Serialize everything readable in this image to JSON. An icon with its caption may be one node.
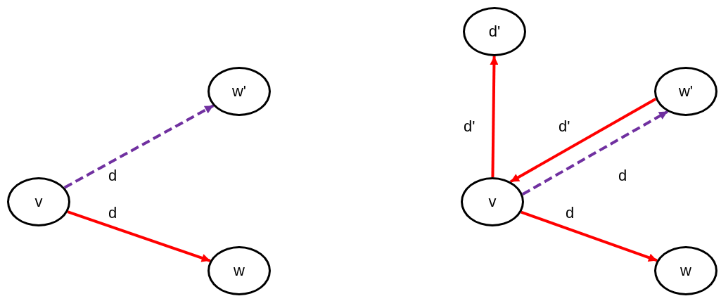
{
  "diagram": {
    "nodes": [
      {
        "text": [
          "w'"
        ]
      },
      {
        "text": [
          "v"
        ]
      },
      {
        "text": [
          "w"
        ]
      },
      {
        "text": [
          "d'"
        ]
      },
      {
        "text": [
          "w'"
        ]
      },
      {
        "text": [
          "v"
        ]
      },
      {
        "text": [
          "w"
        ]
      }
    ],
    "edges": [
      {
        "from": 1,
        "to": 0,
        "arrow": "to",
        "label": "d",
        "style": "dashed",
        "color": "#7030a0"
      },
      {
        "from": 1,
        "to": 2,
        "arrow": "to",
        "label": "d"
      },
      {
        "from": 5,
        "to": 3,
        "arrow": "to",
        "label": "d'"
      },
      {
        "from": 4,
        "to": 5,
        "arrow": "to",
        "label": "d'"
      },
      {
        "from": 5,
        "to": 4,
        "arrow": "to",
        "label": "d",
        "style": "dashed",
        "color": "#7030a0"
      },
      {
        "from": 5,
        "to": 6,
        "arrow": "to",
        "label": "d"
      }
    ]
  }
}
